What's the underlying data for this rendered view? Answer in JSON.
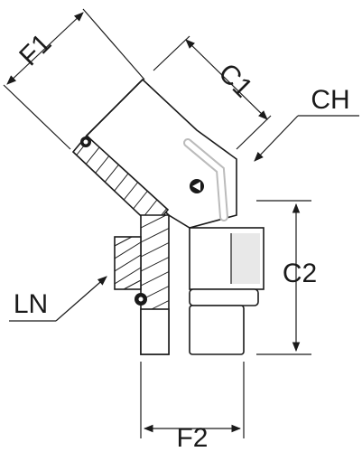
{
  "labels": {
    "f1": "F1",
    "c1": "C1",
    "ch": "CH",
    "c2": "C2",
    "ln": "LN",
    "f2": "F2"
  },
  "colors": {
    "line": "#1a1a1a",
    "fill": "#ffffff",
    "shade": "#e8e8e8"
  }
}
